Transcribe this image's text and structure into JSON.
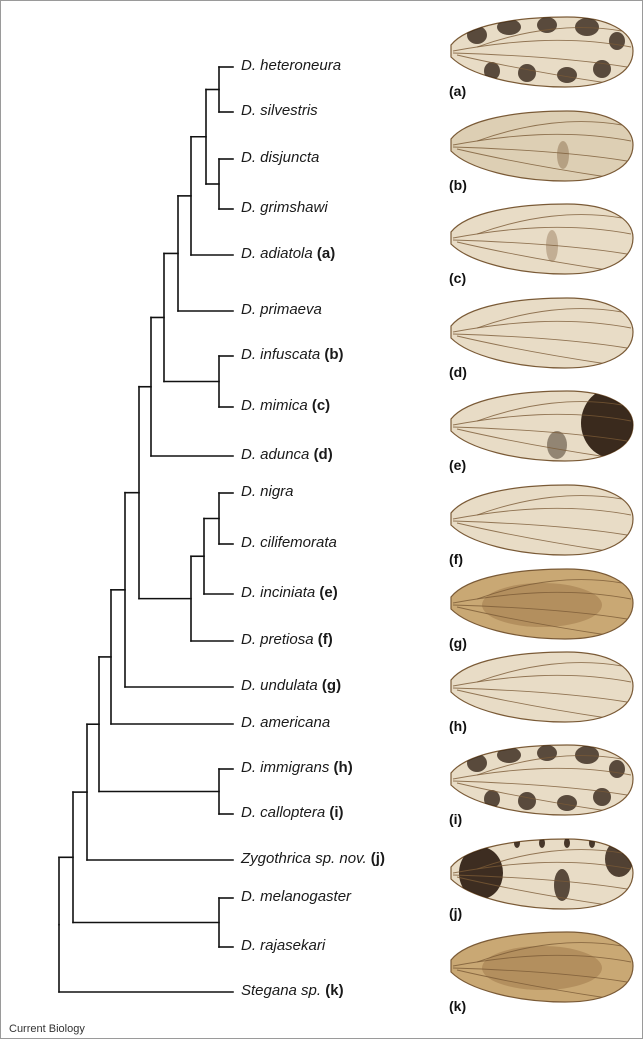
{
  "taxa": [
    {
      "name": "D. heteroneura",
      "letter": ""
    },
    {
      "name": "D. silvestris",
      "letter": ""
    },
    {
      "name": "D. disjuncta",
      "letter": ""
    },
    {
      "name": "D. grimshawi",
      "letter": ""
    },
    {
      "name": "D. adiatola",
      "letter": "(a)"
    },
    {
      "name": "D. primaeva",
      "letter": ""
    },
    {
      "name": "D. infuscata",
      "letter": "(b)"
    },
    {
      "name": "D. mimica",
      "letter": "(c)"
    },
    {
      "name": "D. adunca",
      "letter": "(d)"
    },
    {
      "name": "D. nigra",
      "letter": ""
    },
    {
      "name": "D. cilifemorata",
      "letter": ""
    },
    {
      "name": "D. inciniata",
      "letter": "(e)"
    },
    {
      "name": "D. pretiosa",
      "letter": "(f)"
    },
    {
      "name": "D. undulata",
      "letter": "(g)"
    },
    {
      "name": "D. americana",
      "letter": ""
    },
    {
      "name": "D. immigrans",
      "letter": "(h)"
    },
    {
      "name": "D. calloptera",
      "letter": "(i)"
    },
    {
      "name": "Zygothrica sp. nov.",
      "letter": "(j)"
    },
    {
      "name": "D. melanogaster",
      "letter": ""
    },
    {
      "name": "D. rajasekari",
      "letter": ""
    },
    {
      "name": "Stegana sp.",
      "letter": "(k)"
    }
  ],
  "wings": [
    {
      "label": "(a)",
      "pattern": "spotted"
    },
    {
      "label": "(b)",
      "pattern": "faint-shade"
    },
    {
      "label": "(c)",
      "pattern": "clear-mark"
    },
    {
      "label": "(d)",
      "pattern": "clear"
    },
    {
      "label": "(e)",
      "pattern": "dark-tip"
    },
    {
      "label": "(f)",
      "pattern": "clear"
    },
    {
      "label": "(g)",
      "pattern": "brown-shaded"
    },
    {
      "label": "(h)",
      "pattern": "clear"
    },
    {
      "label": "(i)",
      "pattern": "spotted"
    },
    {
      "label": "(j)",
      "pattern": "dark-spots"
    },
    {
      "label": "(k)",
      "pattern": "brown-shaded"
    }
  ],
  "footer": {
    "journal": "Current Biology"
  },
  "colors": {
    "wing_tint": "#e8dcc6",
    "vein": "#7a5a36",
    "spot": "#2a1a0e",
    "branch": "#111111"
  }
}
